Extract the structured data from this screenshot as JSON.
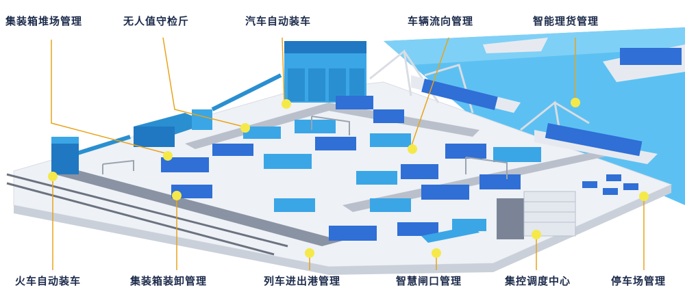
{
  "labels": {
    "container_yard": "集装箱堆场管理",
    "unmanned_inspection": "无人值守检斤",
    "truck_loading": "汽车自动装车",
    "vehicle_flow": "车辆流向管理",
    "smart_cargo": "智能理货管理",
    "train_loading": "火车自动装车",
    "container_handling": "集装箱装卸管理",
    "train_port": "列车进出港管理",
    "smart_gate": "智慧闸口管理",
    "control_center": "集控调度中心",
    "parking": "停车场管理"
  },
  "colors": {
    "accent_dot": "#f5e94a",
    "leader_line": "#e8a317",
    "container_blue": "#2f6fd6",
    "container_light": "#3aa6e6",
    "sea": "#5cc1f2",
    "ground": "#eef1f5"
  }
}
